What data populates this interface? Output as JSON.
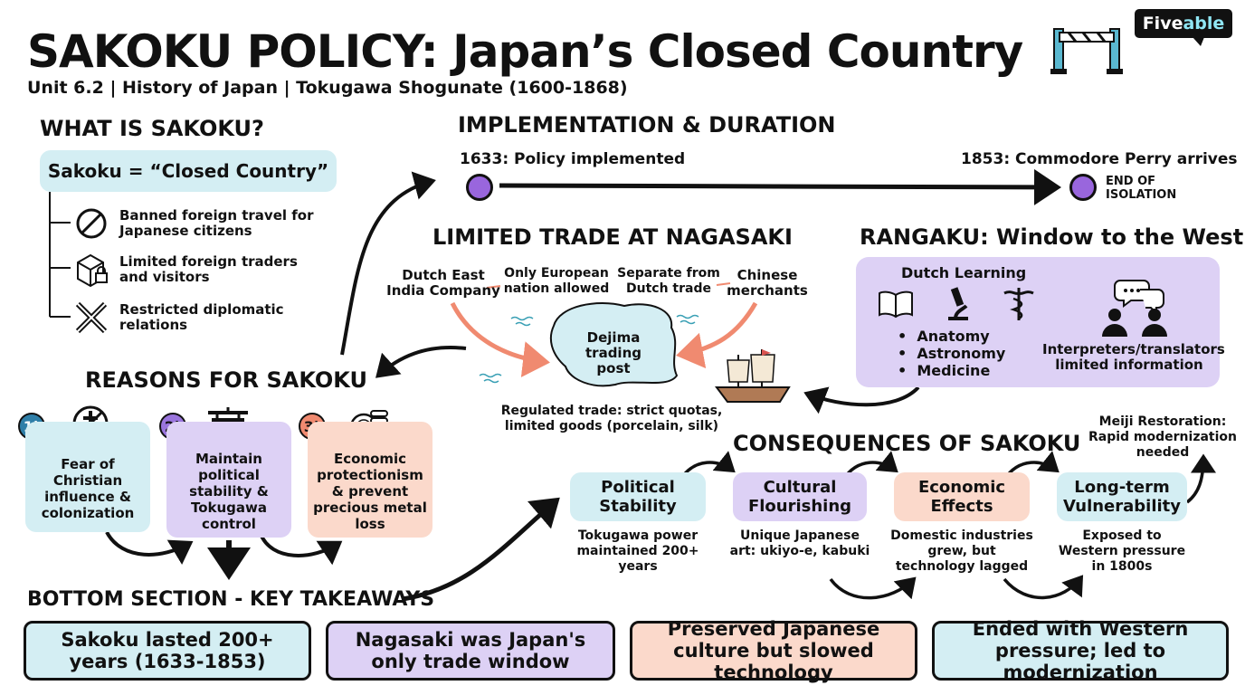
{
  "header": {
    "title": "SAKOKU POLICY: Japan’s Closed Country",
    "subtitle": "Unit 6.2 | History of Japan | Tokugawa Shogunate (1600-1868)",
    "logo_a": "Five",
    "logo_b": "able"
  },
  "what": {
    "heading": "WHAT IS SAKOKU?",
    "definition": "Sakoku = “Closed Country”",
    "items": [
      {
        "icon": "ban-icon",
        "text": "Banned foreign travel for Japanese citizens"
      },
      {
        "icon": "locked-box-icon",
        "text": "Limited foreign traders and visitors"
      },
      {
        "icon": "broken-handshake-icon",
        "text": "Restricted diplomatic relations"
      }
    ]
  },
  "implementation": {
    "heading": "IMPLEMENTATION & DURATION",
    "start": "1633: Policy implemented",
    "end": "1853: Commodore Perry arrives",
    "end_note": "END OF ISOLATION"
  },
  "nagasaki": {
    "heading": "LIMITED TRADE AT NAGASAKI",
    "dutch": "Dutch East India Company",
    "dutch_note": "Only European nation allowed",
    "chinese_note": "Separate from Dutch trade",
    "chinese": "Chinese merchants",
    "dejima": "Dejima trading post",
    "regulated": "Regulated trade: strict quotas, limited goods (porcelain, silk)"
  },
  "rangaku": {
    "heading": "RANGAKU: Window to the West",
    "label": "Dutch Learning",
    "subjects": [
      "Anatomy",
      "Astronomy",
      "Medicine"
    ],
    "interpreters": "Interpreters/translators limited information"
  },
  "reasons": {
    "heading": "REASONS FOR SAKOKU",
    "items": [
      {
        "num": "1)",
        "text": "Fear of Christian influence & colonization"
      },
      {
        "num": "2)",
        "text": "Maintain political stability & Tokugawa control"
      },
      {
        "num": "3)",
        "text": "Economic protectionism & prevent precious metal loss"
      }
    ]
  },
  "consequences": {
    "heading": "CONSEQUENCES OF SAKOKU",
    "items": [
      {
        "title": "Political Stability",
        "desc": "Tokugawa power maintained 200+ years"
      },
      {
        "title": "Cultural Flourishing",
        "desc": "Unique Japanese art: ukiyo-e, kabuki"
      },
      {
        "title": "Economic Effects",
        "desc": "Domestic industries grew, but technology lagged"
      },
      {
        "title": "Long-term Vulnerability",
        "desc": "Exposed to Western pressure in 1800s"
      }
    ],
    "meiji": "Meiji Restoration: Rapid modernization needed"
  },
  "takeaways": {
    "heading": "BOTTOM SECTION - KEY TAKEAWAYS",
    "items": [
      "Sakoku lasted 200+ years (1633-1853)",
      "Nagasaki was Japan's only trade window",
      "Preserved Japanese culture but slowed technology",
      "Ended with Western pressure; led to modernization"
    ]
  },
  "colors": {
    "cyan": "#d4eef3",
    "purple": "#ddd1f5",
    "peach": "#fbd9cb",
    "timeline_dot": "#9966dd",
    "trade_arrow": "#f08a70"
  }
}
